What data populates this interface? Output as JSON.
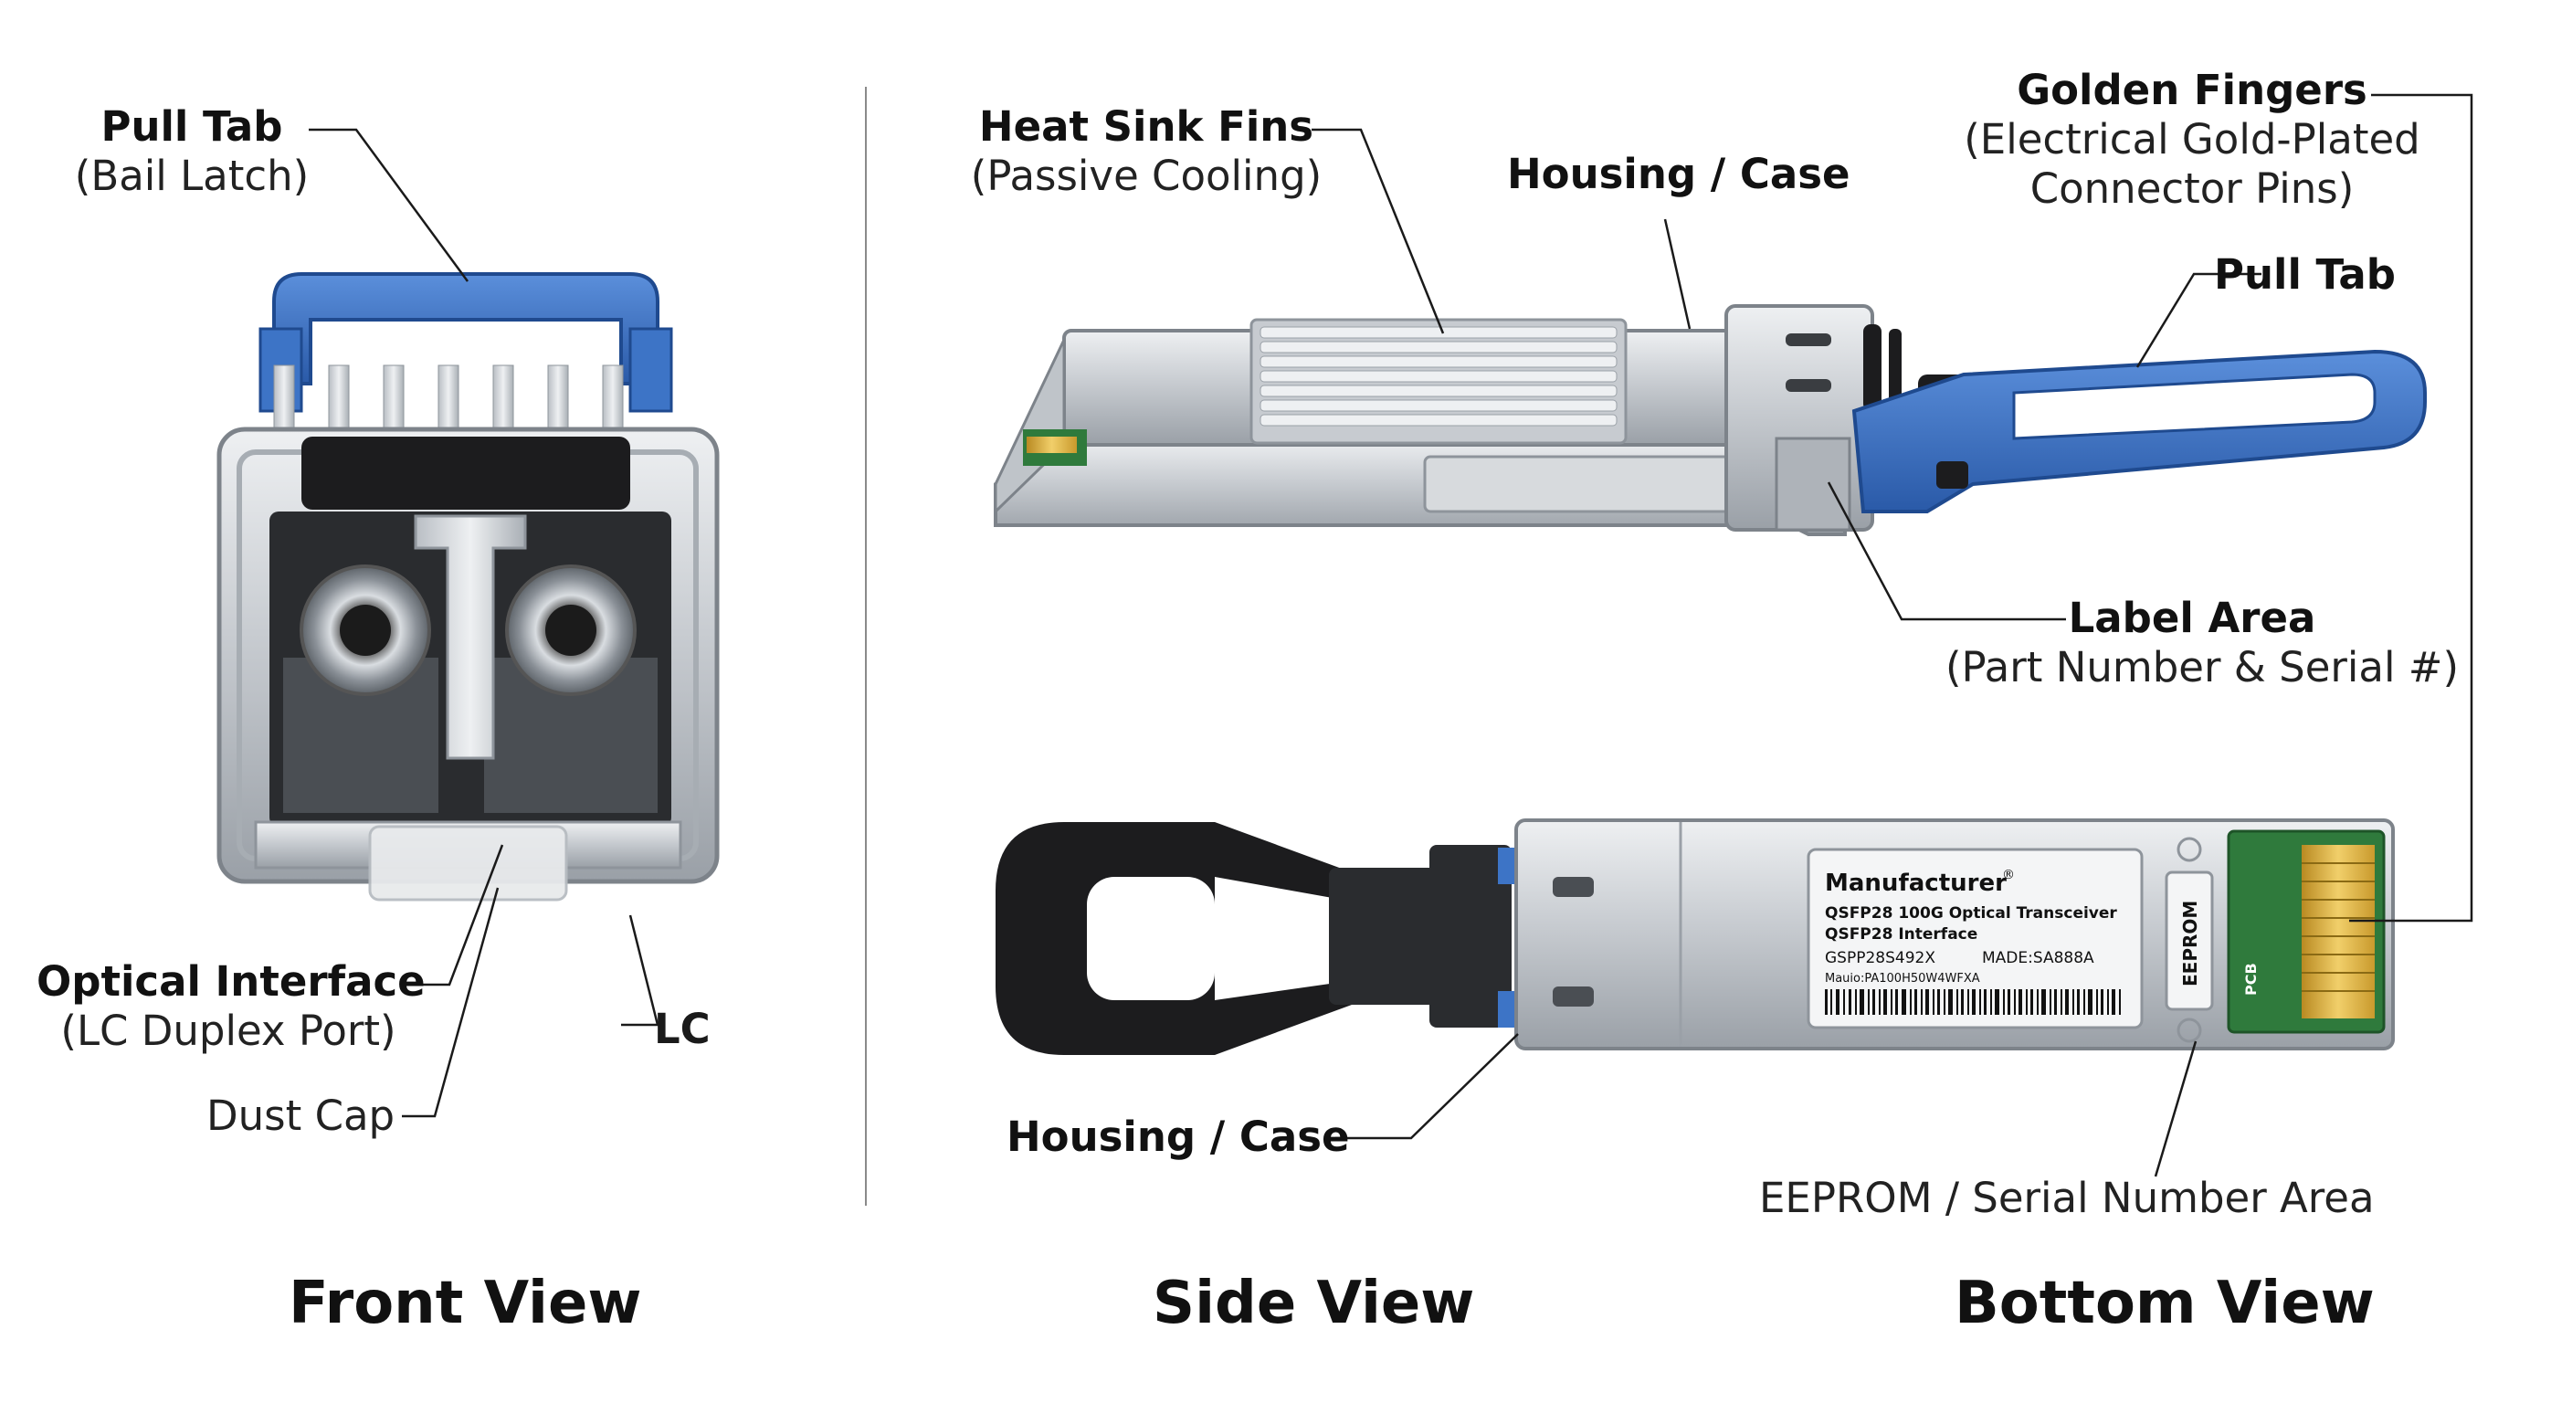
{
  "colors": {
    "blue": "#3d74c6",
    "blue_dark": "#244f96",
    "metal": "#c9cdd2",
    "metal_dark": "#8e949b",
    "black": "#1c1c1e",
    "pcb_green": "#2f7a3c",
    "gold": "#d9aa3c"
  },
  "front_view": {
    "caption": "Front View",
    "pull_tab": {
      "title": "Pull Tab",
      "subtitle": "(Bail Latch)"
    },
    "optical_interface": {
      "title": "Optical Interface",
      "subtitle": "(LC Duplex Port)"
    },
    "lc_mark": "LC",
    "dust_cap": "Dust Cap"
  },
  "side_view": {
    "caption": "Side View",
    "heat_sink": {
      "title": "Heat Sink Fins",
      "subtitle": "(Passive Cooling)"
    },
    "housing_top": "Housing / Case",
    "housing_bottom": "Housing / Case",
    "pull_tab": "Pull Tab",
    "label_area": {
      "title": "Label Area",
      "subtitle": "(Part Number & Serial #)"
    },
    "golden_fingers": {
      "title": "Golden Fingers",
      "line1": "(Electrical Gold-Plated",
      "line2": "Connector Pins)"
    }
  },
  "bottom_view": {
    "caption": "Bottom View",
    "eeprom_area": "EEPROM / Serial Number Area",
    "sticker": {
      "manufacturer": "Manufacturer",
      "registered": "®",
      "line1": "QSFP28 100G Optical Transceiver",
      "line2": "QSFP28 Interface",
      "part": "GSPP28S492X",
      "made": "MADE:SA888A",
      "model": "Mauio:PA100H50W4WFXA"
    },
    "eeprom_tag": "EEPROM",
    "pcb_mark": "PCB"
  }
}
